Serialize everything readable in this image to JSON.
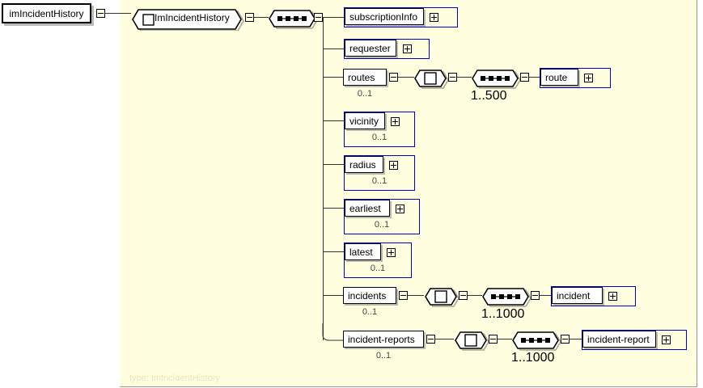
{
  "diagram": {
    "title": "imIncidentHistory",
    "type_label": "type: ImIncidentHistory",
    "root_box_label": "imIncidentHistory",
    "root_element_label": "ImIncidentHistory",
    "colors": {
      "canvas": "#ffffe0",
      "frame_blue": "#0000cc",
      "line": "#333333",
      "type_label": "#e8e4bd"
    }
  },
  "nodes": {
    "root_sequence": {
      "icon": "sequence-icon",
      "toggle": "minus"
    },
    "root_element": {
      "label": "ImIncidentHistory",
      "icon": "element-square-icon",
      "toggle": "minus"
    }
  },
  "children": [
    {
      "name": "subscriptionInfo",
      "label": "subscriptionInfo",
      "cardinality": "",
      "framed": true,
      "toggle": "plus"
    },
    {
      "name": "requester",
      "label": "requester",
      "cardinality": "",
      "framed": true,
      "toggle": "plus"
    },
    {
      "name": "routes",
      "label": "routes",
      "cardinality": "0..1",
      "framed": false,
      "toggle": "minus",
      "group": {
        "icon": "model-group-icon",
        "toggle": "minus",
        "sequence": {
          "icon": "sequence-icon",
          "toggle": "minus",
          "cardinality": "1..500"
        },
        "child": {
          "name": "route",
          "label": "route",
          "framed": true,
          "toggle": "plus"
        }
      }
    },
    {
      "name": "vicinity",
      "label": "vicinity",
      "cardinality": "0..1",
      "framed": true,
      "toggle": "plus"
    },
    {
      "name": "radius",
      "label": "radius",
      "cardinality": "0..1",
      "framed": true,
      "toggle": "plus"
    },
    {
      "name": "earliest",
      "label": "earliest",
      "cardinality": "0..1",
      "framed": true,
      "toggle": "plus"
    },
    {
      "name": "latest",
      "label": "latest",
      "cardinality": "0..1",
      "framed": true,
      "toggle": "plus"
    },
    {
      "name": "incidents",
      "label": "incidents",
      "cardinality": "0..1",
      "framed": false,
      "toggle": "minus",
      "group": {
        "icon": "model-group-icon",
        "toggle": "minus",
        "sequence": {
          "icon": "sequence-icon",
          "toggle": "minus",
          "cardinality": "1..1000"
        },
        "child": {
          "name": "incident",
          "label": "incident",
          "framed": true,
          "toggle": "plus"
        }
      }
    },
    {
      "name": "incident-reports",
      "label": "incident-reports",
      "cardinality": "0..1",
      "framed": false,
      "toggle": "minus",
      "group": {
        "icon": "model-group-icon",
        "toggle": "minus",
        "sequence": {
          "icon": "sequence-icon",
          "toggle": "minus",
          "cardinality": "1..1000"
        },
        "child": {
          "name": "incident-report",
          "label": "incident-report",
          "framed": true,
          "toggle": "plus"
        }
      }
    }
  ]
}
